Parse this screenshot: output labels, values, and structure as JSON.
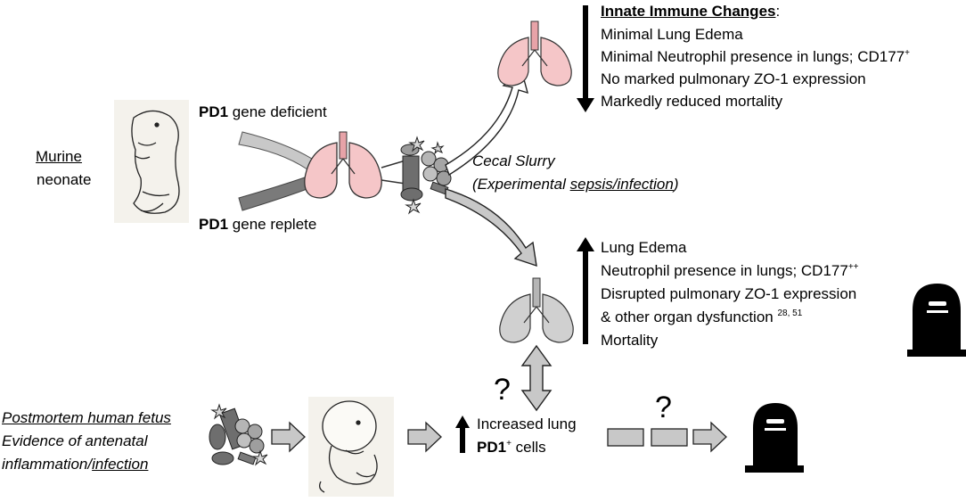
{
  "left_column": {
    "murine": "Murine",
    "neonate": "neonate"
  },
  "pd1_labels": {
    "deficient_gene": "PD1",
    "deficient_text": " gene deficient",
    "replete_gene": "PD1",
    "replete_text": " gene replete"
  },
  "cecal": {
    "line1": "Cecal Slurry",
    "line2_prefix": "(Experimental ",
    "line2_underlined": "sepsis/infection",
    "line2_suffix": ")"
  },
  "top_panel": {
    "heading": "Innate Immune Changes",
    "heading_colon": ":",
    "items": [
      {
        "text": "Minimal Lung Edema",
        "sup": ""
      },
      {
        "text": "Minimal Neutrophil presence in lungs; CD177",
        "sup": "+"
      },
      {
        "text": "No marked pulmonary ZO-1 expression",
        "sup": ""
      },
      {
        "text": "Markedly reduced mortality",
        "sup": ""
      }
    ]
  },
  "bottom_panel": {
    "items": [
      {
        "text": "Lung Edema",
        "sup": ""
      },
      {
        "text": "Neutrophil presence in lungs; CD177",
        "sup": "++"
      },
      {
        "text": "Disrupted pulmonary ZO-1 expression",
        "sup": ""
      },
      {
        "text": "& other organ dysfunction ",
        "sup": "28, 51"
      },
      {
        "text": "Mortality",
        "sup": ""
      }
    ]
  },
  "human": {
    "line1": "Postmortem human fetus",
    "line2": "Evidence of antenatal",
    "line3_prefix": "inflammation/",
    "line3_underlined": "infection"
  },
  "pd1_cells": {
    "line1": "Increased lung",
    "line2_bold": "PD1",
    "line2_sup": "+",
    "line2_rest": " cells"
  },
  "question_marks": [
    "?",
    "?"
  ],
  "colors": {
    "pink_lung": "#f5c6c8",
    "gray_lung": "#d0d0d0",
    "gray_arrow": "#c8c8c8",
    "dark_gray": "#6e6e6e",
    "black": "#000000"
  }
}
